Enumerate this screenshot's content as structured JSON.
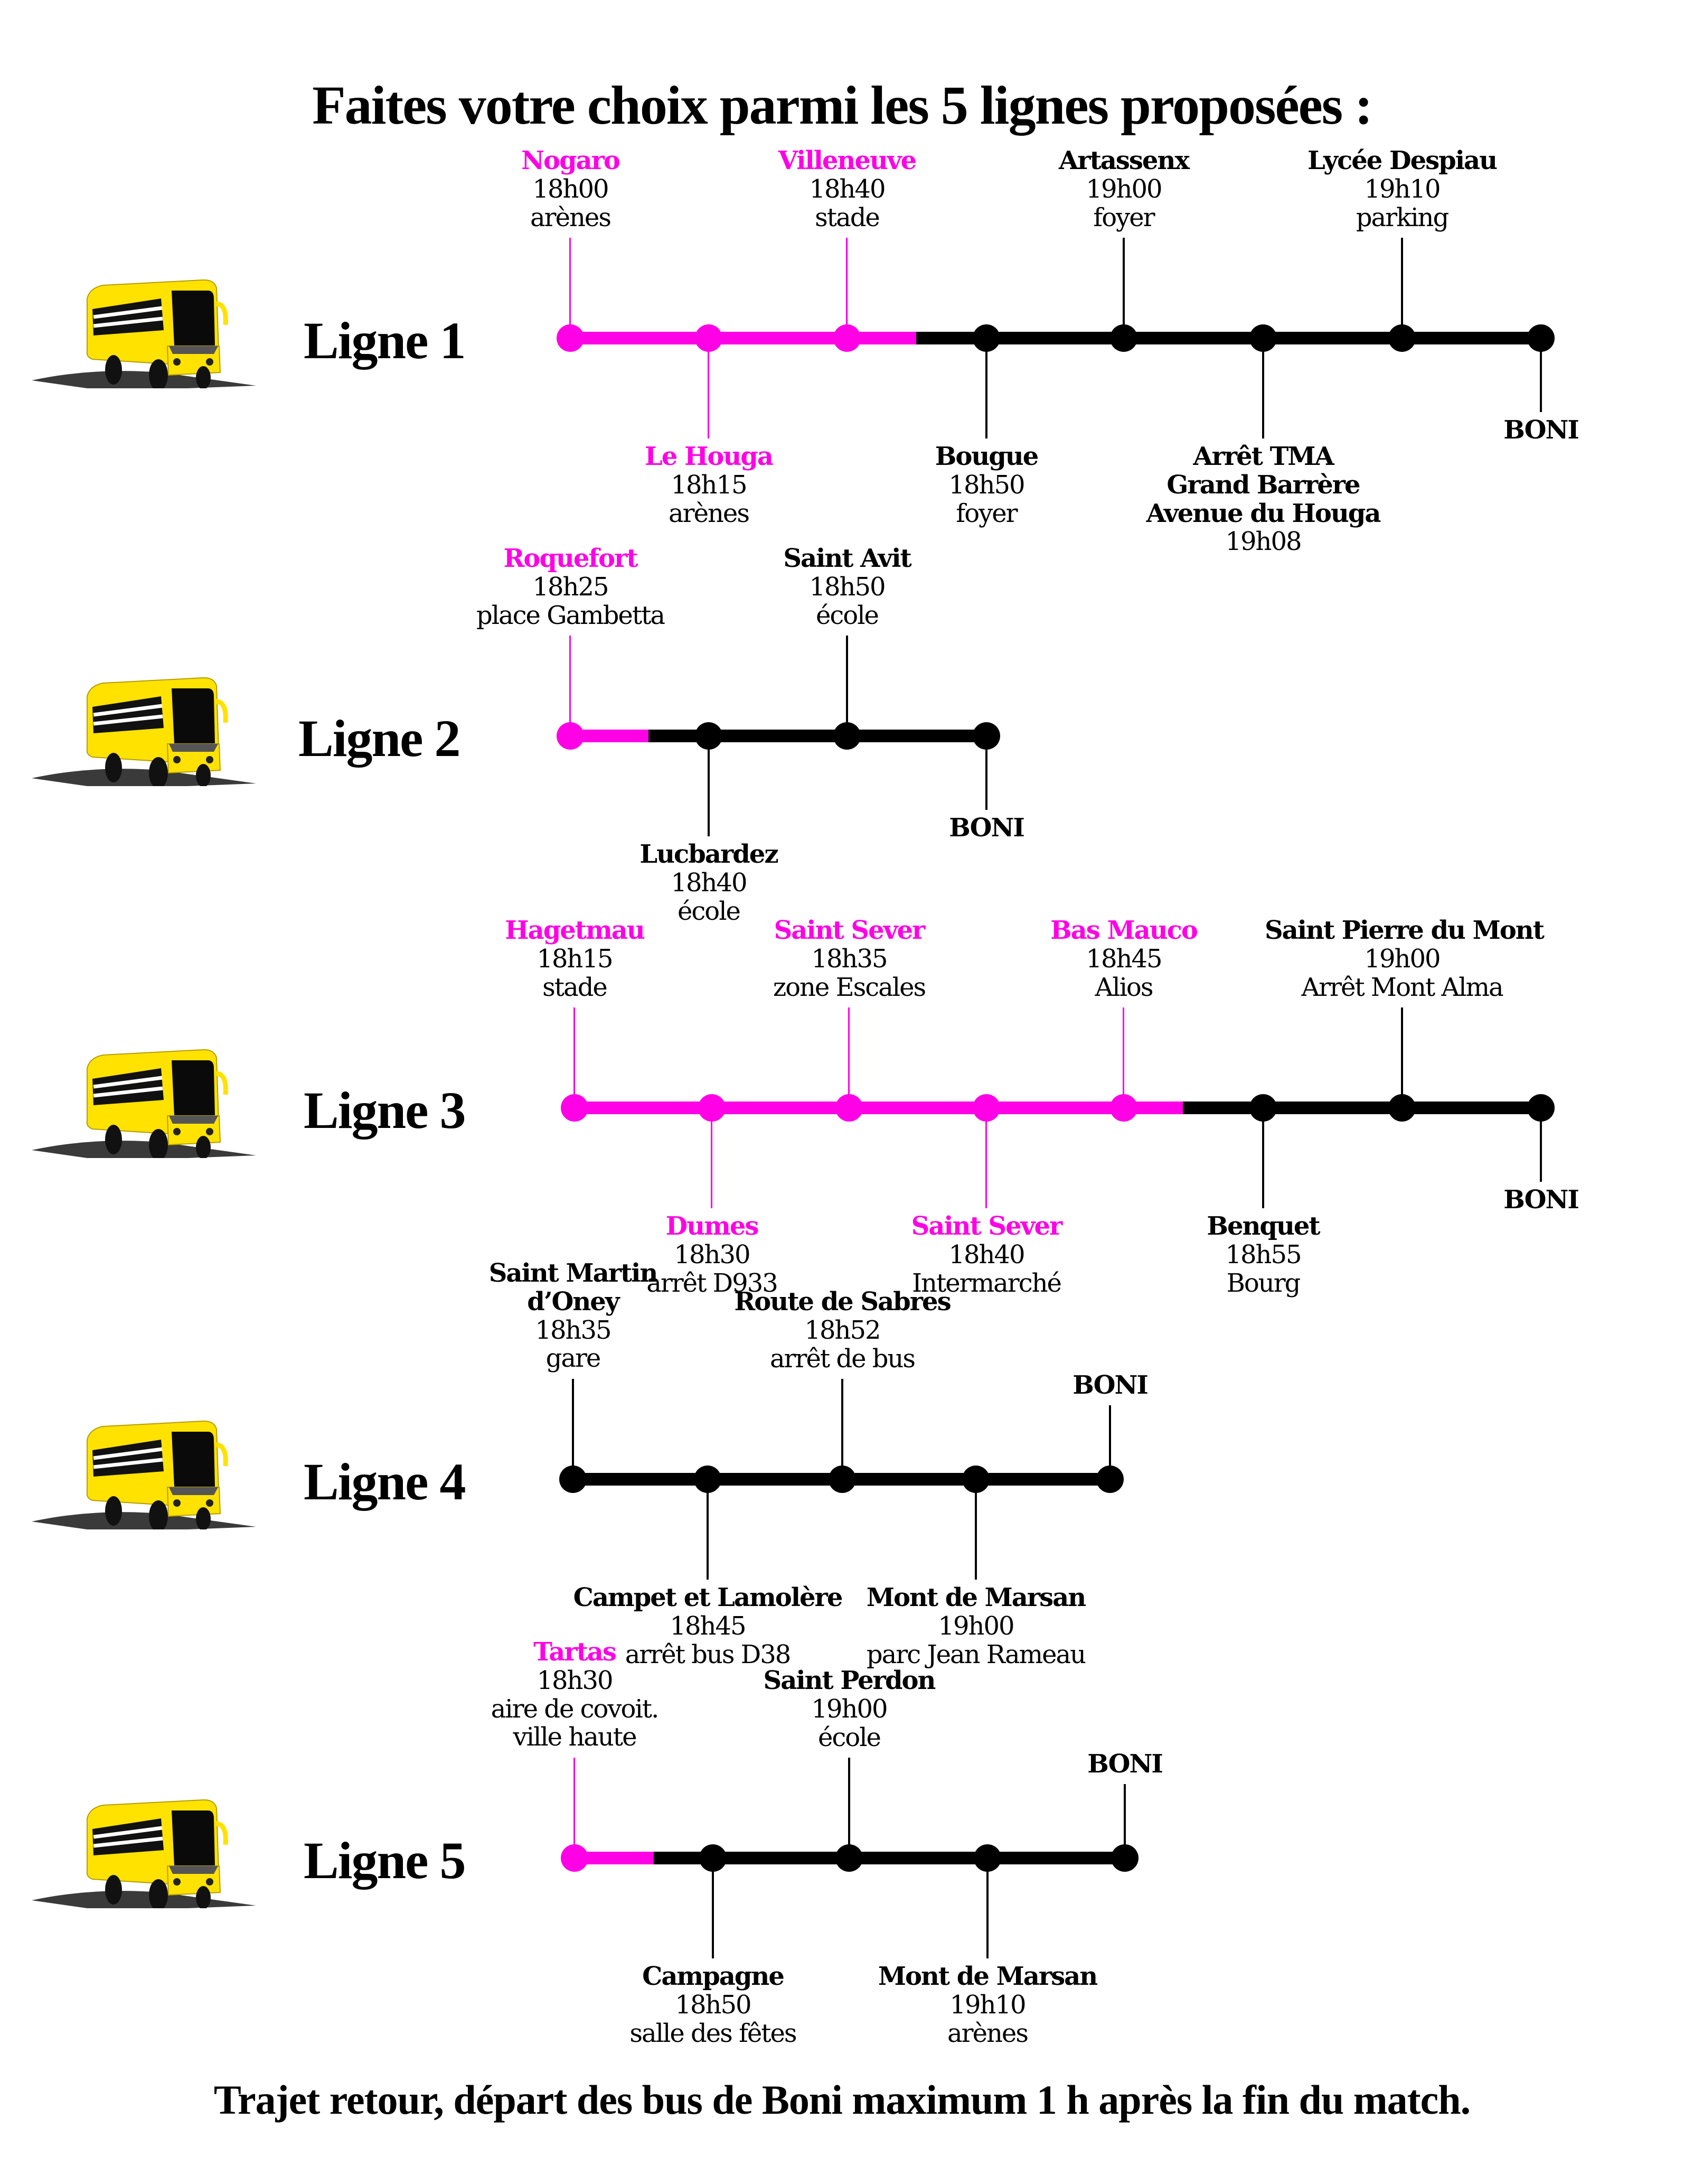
{
  "title": "Faites votre choix parmi les 5 lignes proposées :",
  "footer": "Trajet retour, départ des bus de Boni maximum 1 h après la fin du match.",
  "colors": {
    "accent": "#ff00e6",
    "track": "#000000",
    "bus_yellow": "#ffe200"
  },
  "lines": [
    {
      "label": "Ligne 1",
      "stops": [
        {
          "name": "Nogaro",
          "details": [
            "18h00",
            "arènes"
          ],
          "pink": true,
          "side": "top"
        },
        {
          "name": "Le Houga",
          "details": [
            "18h15",
            "arènes"
          ],
          "pink": true,
          "side": "bottom"
        },
        {
          "name": "Villeneuve",
          "details": [
            "18h40",
            "stade"
          ],
          "pink": true,
          "side": "top"
        },
        {
          "name": "Bougue",
          "details": [
            "18h50",
            "foyer"
          ],
          "pink": false,
          "side": "bottom"
        },
        {
          "name": "Artassenx",
          "details": [
            "19h00",
            "foyer"
          ],
          "pink": false,
          "side": "top"
        },
        {
          "name": "Arrêt TMA\nGrand Barrère\nAvenue du Houga",
          "details": [
            "19h08"
          ],
          "pink": false,
          "side": "bottom"
        },
        {
          "name": "Lycée Despiau",
          "details": [
            "19h10",
            "parking"
          ],
          "pink": false,
          "side": "top"
        },
        {
          "name": "BONI",
          "details": [],
          "pink": false,
          "side": "bottom"
        }
      ]
    },
    {
      "label": "Ligne 2",
      "stops": [
        {
          "name": "Roquefort",
          "details": [
            "18h25",
            "place Gambetta"
          ],
          "pink": true,
          "side": "top"
        },
        {
          "name": "Lucbardez",
          "details": [
            "18h40",
            "école"
          ],
          "pink": false,
          "side": "bottom"
        },
        {
          "name": "Saint Avit",
          "details": [
            "18h50",
            "école"
          ],
          "pink": false,
          "side": "top"
        },
        {
          "name": "BONI",
          "details": [],
          "pink": false,
          "side": "bottom"
        }
      ]
    },
    {
      "label": "Ligne 3",
      "stops": [
        {
          "name": "Hagetmau",
          "details": [
            "18h15",
            "stade"
          ],
          "pink": true,
          "side": "top"
        },
        {
          "name": "Dumes",
          "details": [
            "18h30",
            "arrêt D933"
          ],
          "pink": true,
          "side": "bottom"
        },
        {
          "name": "Saint Sever",
          "details": [
            "18h35",
            "zone Escales"
          ],
          "pink": true,
          "side": "top"
        },
        {
          "name": "Saint Sever",
          "details": [
            "18h40",
            "Intermarché"
          ],
          "pink": true,
          "side": "bottom"
        },
        {
          "name": "Bas Mauco",
          "details": [
            "18h45",
            "Alios"
          ],
          "pink": true,
          "side": "top"
        },
        {
          "name": "Benquet",
          "details": [
            "18h55",
            "Bourg"
          ],
          "pink": false,
          "side": "bottom"
        },
        {
          "name": "Saint Pierre du Mont",
          "details": [
            "19h00",
            "Arrêt Mont Alma"
          ],
          "pink": false,
          "side": "top"
        },
        {
          "name": "BONI",
          "details": [],
          "pink": false,
          "side": "bottom"
        }
      ]
    },
    {
      "label": "Ligne 4",
      "stops": [
        {
          "name": "Saint Martin\nd’Oney",
          "details": [
            "18h35",
            "gare"
          ],
          "pink": false,
          "side": "top"
        },
        {
          "name": "Campet et Lamolère",
          "details": [
            "18h45",
            "arrêt bus D38"
          ],
          "pink": false,
          "side": "bottom"
        },
        {
          "name": "Route de Sabres",
          "details": [
            "18h52",
            "arrêt de bus"
          ],
          "pink": false,
          "side": "top"
        },
        {
          "name": "Mont de Marsan",
          "details": [
            "19h00",
            "parc Jean Rameau"
          ],
          "pink": false,
          "side": "bottom"
        },
        {
          "name": "BONI",
          "details": [],
          "pink": false,
          "side": "top"
        }
      ]
    },
    {
      "label": "Ligne 5",
      "stops": [
        {
          "name": "Tartas",
          "details": [
            "18h30",
            "aire de covoit.",
            "ville haute"
          ],
          "pink": true,
          "side": "top"
        },
        {
          "name": "Campagne",
          "details": [
            "18h50",
            "salle des fêtes"
          ],
          "pink": false,
          "side": "bottom"
        },
        {
          "name": "Saint Perdon",
          "details": [
            "19h00",
            "école"
          ],
          "pink": false,
          "side": "top"
        },
        {
          "name": "Mont de Marsan",
          "details": [
            "19h10",
            "arènes"
          ],
          "pink": false,
          "side": "bottom"
        },
        {
          "name": "BONI",
          "details": [],
          "pink": false,
          "side": "top"
        }
      ]
    }
  ]
}
